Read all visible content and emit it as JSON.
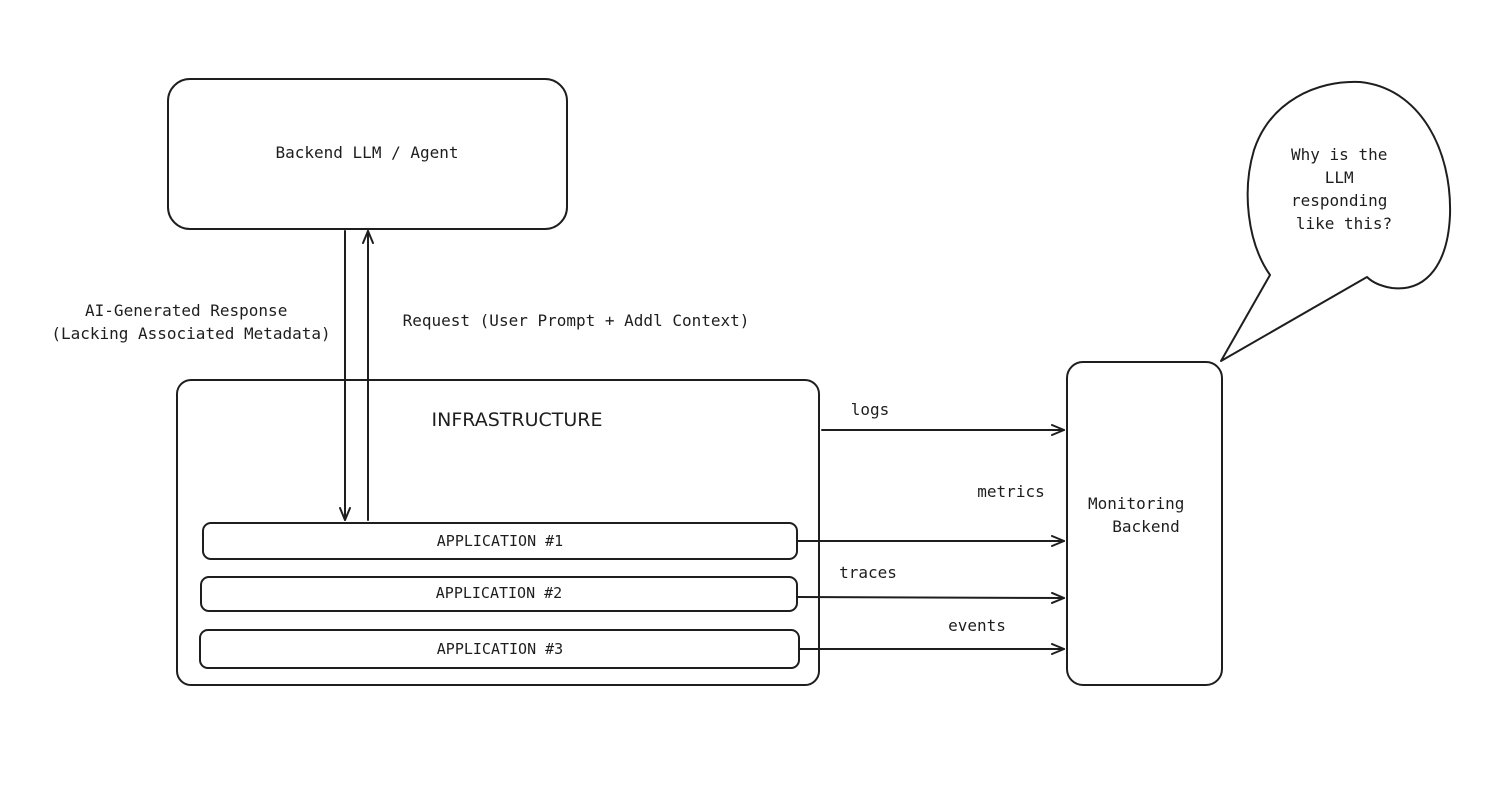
{
  "backend_llm": {
    "label": "Backend LLM / Agent"
  },
  "response_label": {
    "line1": "AI-Generated Response",
    "line2": "(Lacking Associated Metadata)"
  },
  "request_label": "Request (User Prompt + Addl Context)",
  "infrastructure": {
    "title": "INFRASTRUCTURE",
    "applications": [
      "APPLICATION #1",
      "APPLICATION #2",
      "APPLICATION #3"
    ]
  },
  "signals": {
    "logs": "logs",
    "metrics": "metrics",
    "traces": "traces",
    "events": "events"
  },
  "monitoring_backend": {
    "line1": "Monitoring",
    "line2": "Backend"
  },
  "thought_bubble": {
    "line1": "Why is the",
    "line2": "LLM",
    "line3": "responding",
    "line4": "like this?"
  }
}
